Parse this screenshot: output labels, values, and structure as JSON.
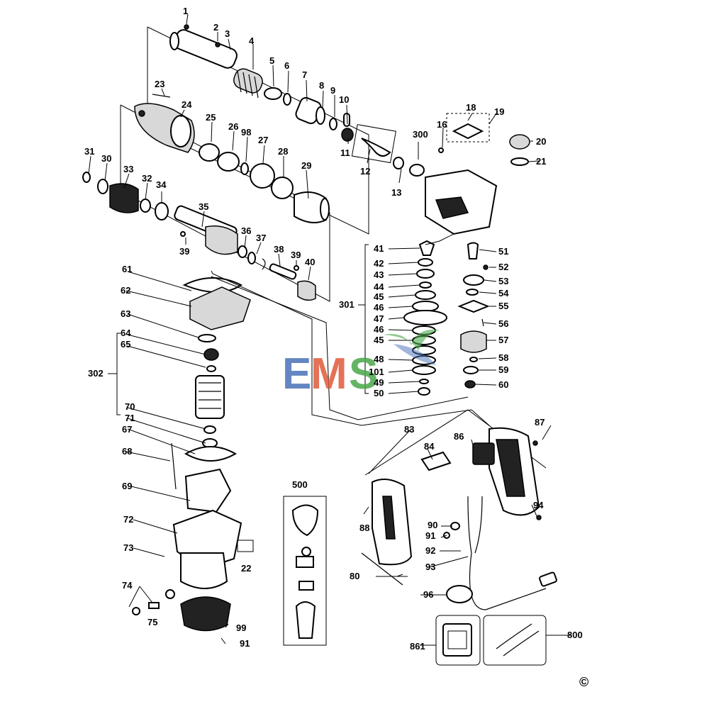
{
  "callouts": {
    "c1": "1",
    "c2": "2",
    "c3": "3",
    "c4": "4",
    "c5": "5",
    "c6": "6",
    "c7": "7",
    "c8": "8",
    "c9": "9",
    "c10": "10",
    "c11": "11",
    "c12": "12",
    "c13": "13",
    "c16": "16",
    "c18": "18",
    "c19": "19",
    "c20": "20",
    "c21": "21",
    "c22": "22",
    "c23": "23",
    "c24": "24",
    "c25": "25",
    "c26": "26",
    "c27": "27",
    "c28": "28",
    "c29": "29",
    "c30": "30",
    "c31": "31",
    "c32": "32",
    "c33": "33",
    "c34": "34",
    "c35": "35",
    "c36": "36",
    "c37": "37",
    "c38": "38",
    "c39a": "39",
    "c39b": "39",
    "c40": "40",
    "c41": "41",
    "c42": "42",
    "c43": "43",
    "c44": "44",
    "c45a": "45",
    "c46": "46",
    "c47": "47",
    "c46b": "46",
    "c45b": "45",
    "c48": "48",
    "c101": "101",
    "c49": "49",
    "c50": "50",
    "c51": "51",
    "c52": "52",
    "c53": "53",
    "c54": "54",
    "c55": "55",
    "c56": "56",
    "c57": "57",
    "c58": "58",
    "c59": "59",
    "c60": "60",
    "c61": "61",
    "c62": "62",
    "c63": "63",
    "c64": "64",
    "c65": "65",
    "c67": "67",
    "c68": "68",
    "c69": "69",
    "c70": "70",
    "c71": "71",
    "c72": "72",
    "c73": "73",
    "c74": "74",
    "c75": "75",
    "c80": "80",
    "c83": "83",
    "c84": "84",
    "c86": "86",
    "c87": "87",
    "c88": "88",
    "c90": "90",
    "c91a": "91",
    "c91b": "91",
    "c92": "92",
    "c93": "93",
    "c94": "94",
    "c96": "96",
    "c98": "98",
    "c99": "99",
    "c300": "300",
    "c301": "301",
    "c302": "302",
    "c500": "500",
    "c800": "800",
    "c861": "861"
  },
  "watermark": {
    "text": "EMS",
    "colors": {
      "E": "#4a72b8",
      "M": "#e05a3a",
      "S": "#4aa84a"
    }
  },
  "copyright": "©"
}
